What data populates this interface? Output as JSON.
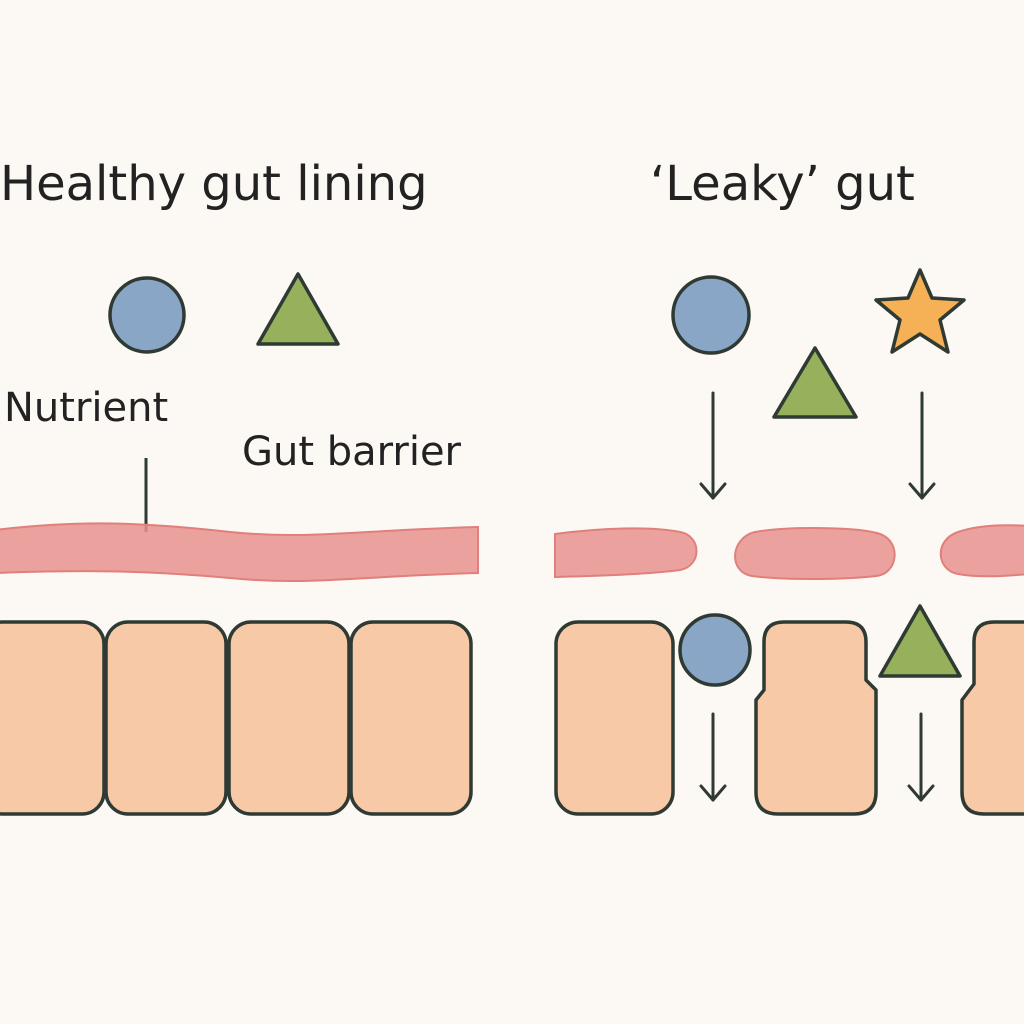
{
  "titles": {
    "left": "Healthy gut lining",
    "right": "‘Leaky’ gut"
  },
  "labels": {
    "nutrient": "Nutrient",
    "gut_barrier": "Gut barrier"
  },
  "colors": {
    "background": "#fcf8f3",
    "circle": "#8aa6c6",
    "triangle": "#97b05c",
    "star": "#f6b055",
    "barrier": "#e8938f",
    "cell": "#f7c9a6",
    "outline": "#2e3a33"
  },
  "icons": {
    "circle": "circle-particle-icon",
    "triangle": "triangle-particle-icon",
    "star": "star-particle-icon",
    "arrow": "arrow-down-icon"
  }
}
